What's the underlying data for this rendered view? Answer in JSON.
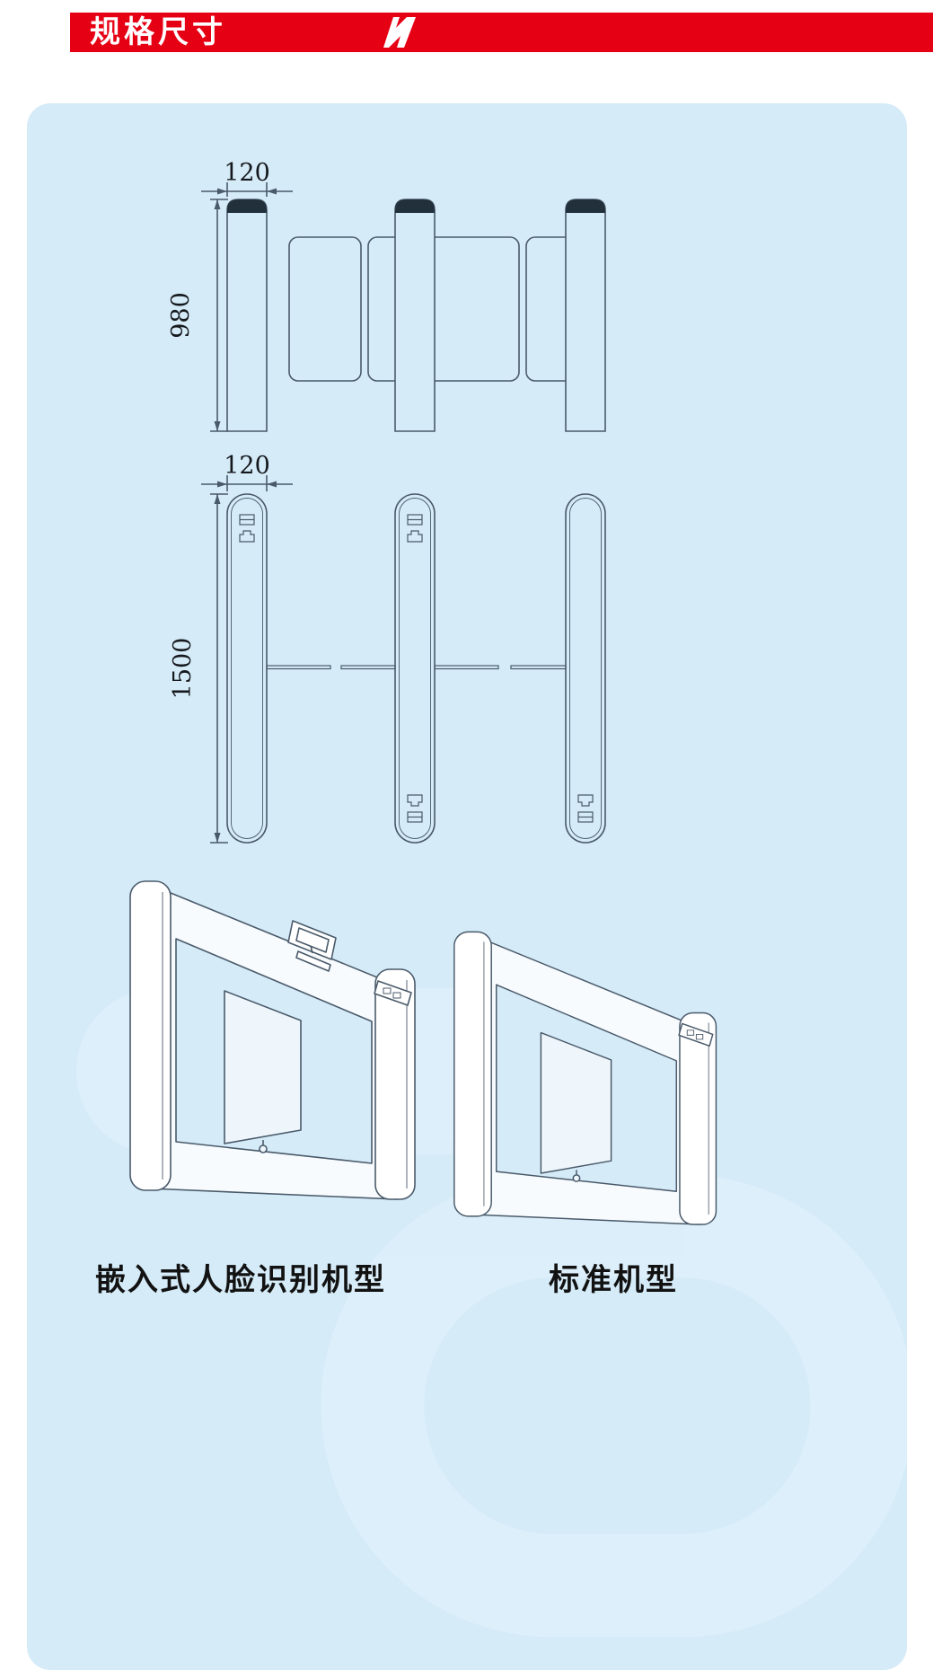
{
  "header": {
    "title": "规格尺寸",
    "bar_color": "#e60014",
    "logo": "lightning-icon"
  },
  "panel": {
    "bg_color": "#d5ebf8",
    "line_color": "#4a5a6a"
  },
  "front_view": {
    "width_label": "120",
    "height_label": "980"
  },
  "plan_view": {
    "width_label": "120",
    "length_label": "1500"
  },
  "models": [
    {
      "label": "嵌入式人脸识别机型"
    },
    {
      "label": "标准机型"
    }
  ]
}
